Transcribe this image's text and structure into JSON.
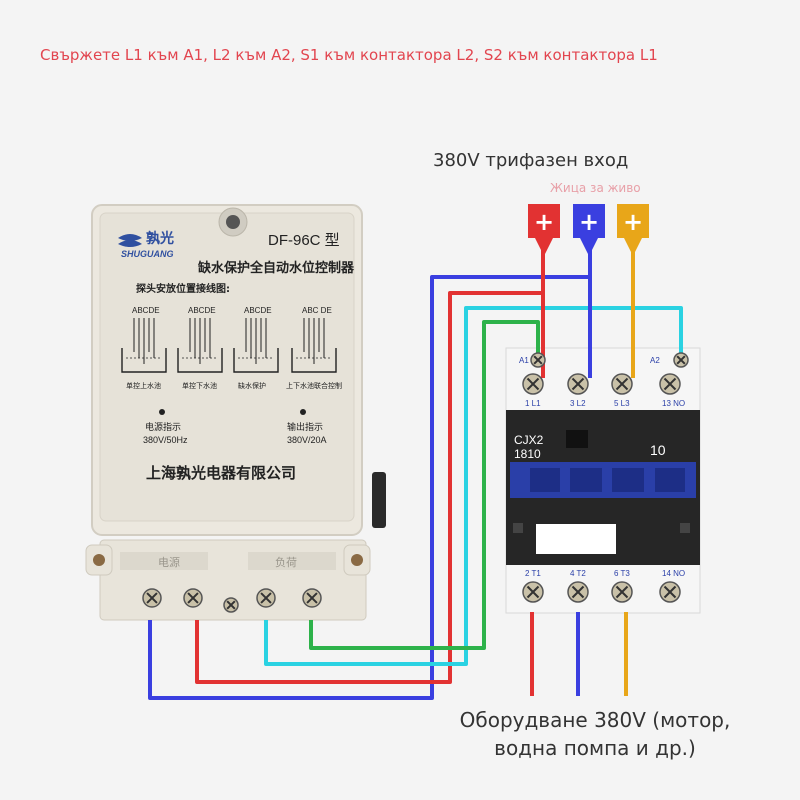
{
  "instruction": "Свържете L1 към A1, L2 към A2, S1 към контактора L2, S2 към контактора L1",
  "input": {
    "title": "380V трифазен вход",
    "live_note": "Жица за живо",
    "phase_symbol": "+"
  },
  "controller": {
    "brand_cn": "孰光",
    "brand_en": "SHUGUANG",
    "model": "DF-96C 型",
    "product_name": "缺水保护全自动水位控制器",
    "probe_title": "探头安放位置接线图:",
    "probe_letters": [
      "ABCDE",
      "ABCDE",
      "ABCDE",
      "ABC  DE"
    ],
    "probe_captions": [
      "单控上水池",
      "单控下水池",
      "缺水保护",
      "上下水池联合控制"
    ],
    "power_indicator": "电源指示",
    "power_rating": "380V/50Hz",
    "output_indicator": "输出指示",
    "output_rating": "380V/20A",
    "manufacturer": "上海孰光电器有限公司",
    "terminal_power": "电源",
    "terminal_load": "负荷"
  },
  "contactor": {
    "model_line1": "CJX2",
    "model_line2": "1810",
    "rating": "10",
    "top_markers": [
      "A1",
      "",
      "",
      "A2"
    ],
    "top_labels": [
      "1 L1",
      "3 L2",
      "5 L3",
      "13 NO"
    ],
    "bottom_labels": [
      "2 T1",
      "4 T2",
      "6 T3",
      "14 NO"
    ]
  },
  "output": {
    "line1": "Оборудване 380V (мотор,",
    "line2": "водна помпа и др.)"
  },
  "colors": {
    "red": "#e23232",
    "blue": "#3a3fe0",
    "yellow": "#e8a619",
    "cyan": "#2ad2e2",
    "green": "#2db24a",
    "instruction": "#e2454f"
  }
}
